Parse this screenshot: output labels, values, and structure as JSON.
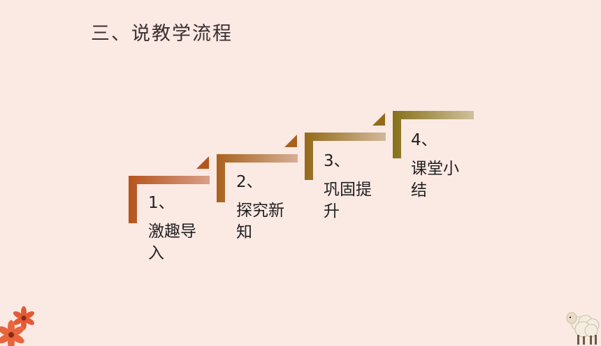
{
  "title": "三、说教学流程",
  "steps": [
    {
      "number": "1、",
      "label": "激趣导入",
      "color": "#a8501e"
    },
    {
      "number": "2、",
      "label": "探究新知",
      "color": "#9a6225"
    },
    {
      "number": "3、",
      "label": "巩固提升",
      "color": "#8a6a1e"
    },
    {
      "number": "4、",
      "label": "课堂小结",
      "color": "#7e6d1a"
    }
  ],
  "decorations": {
    "bottom_left": "red-flower-icon",
    "bottom_right": "sheep-icon"
  },
  "colors": {
    "background": "#fbe9e4",
    "title": "#3a3030"
  }
}
